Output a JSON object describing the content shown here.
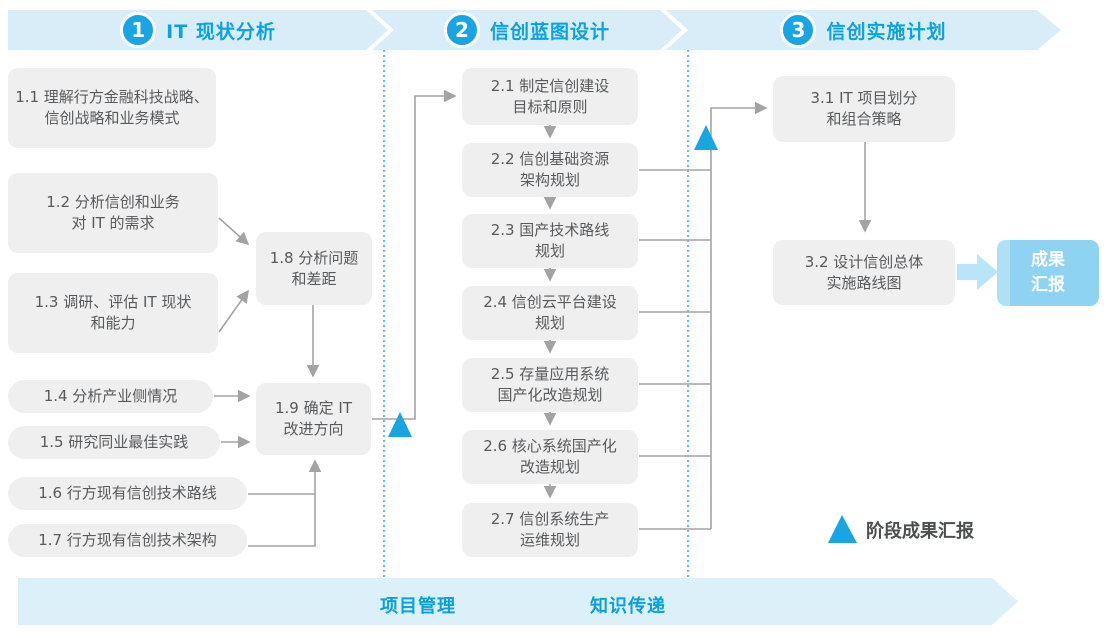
{
  "header": {
    "phases": [
      {
        "number": "1",
        "title": "IT 现状分析"
      },
      {
        "number": "2",
        "title": "信创蓝图设计"
      },
      {
        "number": "3",
        "title": "信创实施计划"
      }
    ]
  },
  "phase1_boxes": {
    "b11": "1.1 理解行方金融科技战略、\n信创战略和业务模式",
    "b12": "1.2 分析信创和业务\n对 IT 的需求",
    "b13": "1.3 调研、评估 IT 现状\n和能力",
    "b14": "1.4 分析产业侧情况",
    "b15": "1.5 研究同业最佳实践",
    "b16": "1.6 行方现有信创技术路线",
    "b17": "1.7 行方现有信创技术架构",
    "b18": "1.8 分析问题\n和差距",
    "b19": "1.9 确定 IT\n改进方向"
  },
  "phase2_boxes": {
    "b21": "2.1 制定信创建设\n目标和原则",
    "b22": "2.2 信创基础资源\n架构规划",
    "b23": "2.3 国产技术路线\n规划",
    "b24": "2.4 信创云平台建设\n规划",
    "b25": "2.5 存量应用系统\n国产化改造规划",
    "b26": "2.6 核心系统国产化\n改造规划",
    "b27": "2.7 信创系统生产\n运维规划"
  },
  "phase3_boxes": {
    "b31": "3.1 IT 项目划分\n和组合策略",
    "b32": "3.2 设计信创总体\n实施路线图"
  },
  "result_box": "成果\n汇报",
  "legend": "阶段成果汇报",
  "footer": {
    "item1": "项目管理",
    "item2": "知识传递"
  },
  "colors": {
    "banner_bg": "#D9EDF8",
    "accent_blue": "#17A5E3",
    "title_blue": "#09A2E3",
    "box_gray": "#EFEFEF",
    "box_text": "#58595B",
    "connector_gray": "#A3A3A3",
    "result_blue": "#8ED3F2",
    "big_arrow_blue": "#B9E5F8"
  }
}
